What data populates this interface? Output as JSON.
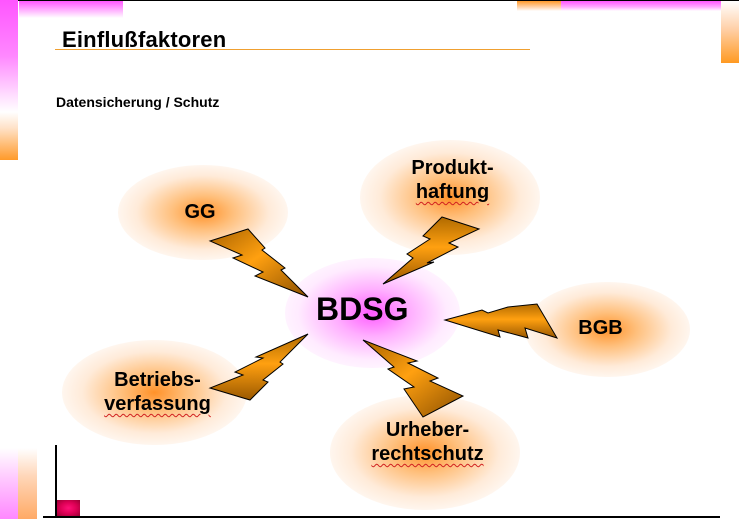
{
  "slide": {
    "title": "Einflußfaktoren",
    "subtitle": "Datensicherung / Schutz"
  },
  "diagram": {
    "center": {
      "label": "BDSG",
      "glow_color": "#ff55ff"
    },
    "factors": [
      {
        "id": "gg",
        "line1": "GG",
        "line2": ""
      },
      {
        "id": "produkthaftung",
        "line1": "Produkt-",
        "line2": "haftung"
      },
      {
        "id": "bgb",
        "line1": "BGB",
        "line2": ""
      },
      {
        "id": "betriebsverfassung",
        "line1": "Betriebs-",
        "line2": "verfassung"
      },
      {
        "id": "urheberrechtschutz",
        "line1": "Urheber-",
        "line2": "rechtschutz"
      }
    ],
    "connector_icon": "lightning-bolt-icon",
    "colors": {
      "accent_orange": "#ff9a22",
      "accent_magenta": "#ff55ff",
      "bolt_light": "#ffa010",
      "bolt_dark": "#a86200",
      "title_underline": "#f0a030"
    }
  }
}
